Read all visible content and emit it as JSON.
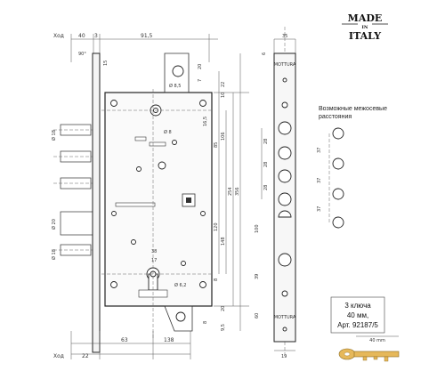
{
  "stamp": {
    "line1": "MADE",
    "line2": "IN",
    "line3": "ITALY"
  },
  "note": {
    "line1": "Возможные межосевые",
    "line2": "расстояния"
  },
  "info": {
    "line1": "3 ключа",
    "line2": "40 мм,",
    "line3": "Арт. 92187/5",
    "key_length": "40 mm"
  },
  "labels": {
    "hod_top": "Ход",
    "hod_bottom": "Ход",
    "d40": "40",
    "d3": "3",
    "d915": "91,5",
    "d90": "90°",
    "d15": "15",
    "d20a": "20",
    "d7": "7",
    "d22": "22",
    "d10": "10",
    "d165": "16,5",
    "d85": "85",
    "d106": "106",
    "d254": "254",
    "d356": "356",
    "d120": "120",
    "d148": "148",
    "d100": "100",
    "d39": "39",
    "d60": "60",
    "d8a": "8",
    "d8b": "8",
    "d20b": "20",
    "d95": "9,5",
    "d38": "38",
    "d17": "17",
    "d62": "Ø 6,2",
    "d63": "63",
    "d138": "138",
    "d22b": "22",
    "d35": "35",
    "d6": "6",
    "d28a": "28",
    "d28b": "28",
    "d28c": "28",
    "d19": "19",
    "d18a": "Ø 18",
    "d20c": "Ø 20",
    "d18b": "Ø 18",
    "d8c": "Ø 8",
    "d83": "Ø 8,5",
    "d37a": "37",
    "d37b": "37",
    "d37c": "37",
    "brand_top": "MOTTURA",
    "brand_bot": "MOTTURA"
  }
}
